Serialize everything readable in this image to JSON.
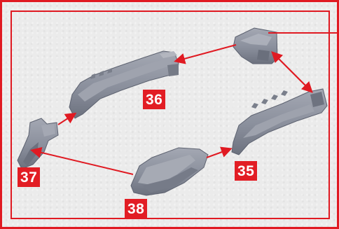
{
  "diagram": {
    "step_labels": {
      "part_36": "36",
      "part_37": "37",
      "part_35": "35",
      "part_38": "38"
    },
    "colors": {
      "accent": "#e01a22",
      "label_bg": "#e21d24",
      "part_fill": "#8a8f9c",
      "background": "#ebebeb"
    }
  }
}
